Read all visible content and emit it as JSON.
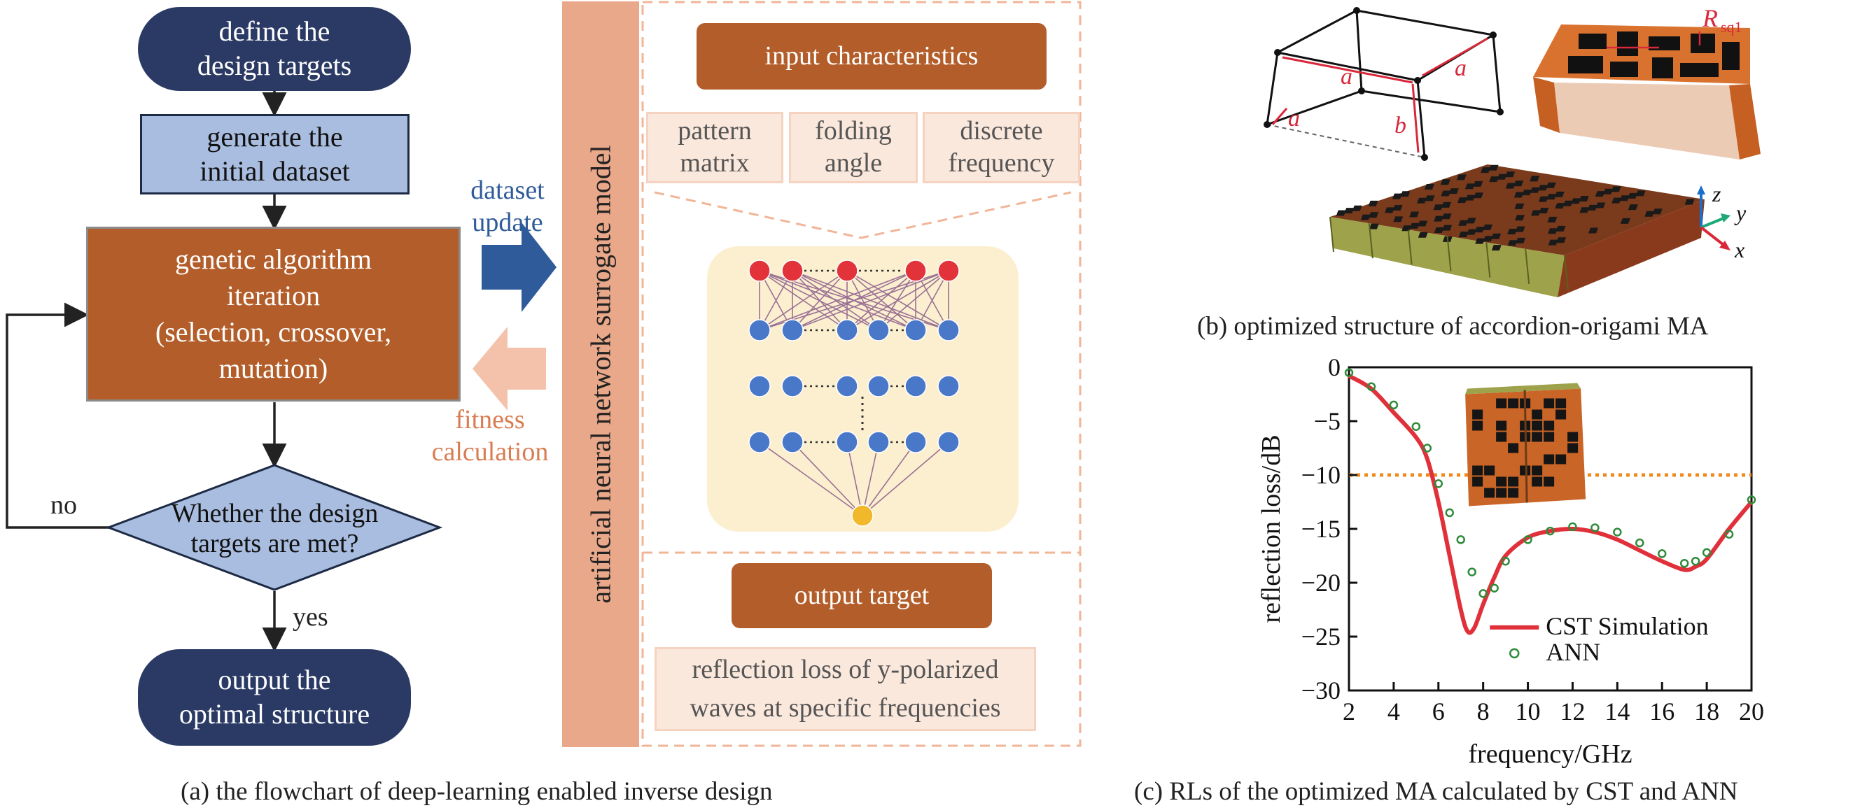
{
  "flowchart": {
    "start": "define the design targets",
    "start_lines": [
      "define the",
      "design targets"
    ],
    "generate_lines": [
      "generate the",
      "initial dataset"
    ],
    "ga_lines": [
      "genetic algorithm",
      "iteration",
      "(selection, crossover,",
      "mutation)"
    ],
    "decision_lines": [
      "Whether the design",
      "targets are met?"
    ],
    "no_label": "no",
    "yes_label": "yes",
    "end_lines": [
      "output the",
      "optimal structure"
    ],
    "dataset_update_lines": [
      "dataset",
      "update"
    ],
    "fitness_lines": [
      "fitness",
      "calculation"
    ],
    "ann_label": "artificial neural network surrogate model",
    "input_title": "input characteristics",
    "inputs": [
      {
        "lines": [
          "pattern",
          "matrix"
        ]
      },
      {
        "lines": [
          "folding",
          "angle"
        ]
      },
      {
        "lines": [
          "discrete",
          "frequency"
        ]
      }
    ],
    "output_title": "output target",
    "output_lines": [
      "reflection loss of y-polarized",
      "waves at specific frequencies"
    ],
    "caption": "(a) the flowchart of deep-learning enabled inverse design"
  },
  "structure": {
    "label_a": "a",
    "label_b": "b",
    "label_r": "R",
    "label_r_sub": "sq1",
    "axis_x": "x",
    "axis_y": "y",
    "axis_z": "z",
    "caption": "(b) optimized structure of accordion-origami MA"
  },
  "colors": {
    "navy": "#2b3a64",
    "light_blue": "#a9bde0",
    "rust": "#b35e2a",
    "salmon": "#eaa88a",
    "pale_salmon": "#fbe8dc",
    "cst_red": "#e0303a",
    "ann_green": "#2e8b3a",
    "threshold_orange": "#f08a1c"
  },
  "chart_data": {
    "type": "line",
    "xlabel": "frequency/GHz",
    "ylabel": "reflection loss/dB",
    "xlim": [
      2,
      20
    ],
    "ylim": [
      -30,
      0
    ],
    "xticks": [
      2,
      4,
      6,
      8,
      10,
      12,
      14,
      16,
      18,
      20
    ],
    "yticks": [
      0,
      -5,
      -10,
      -15,
      -20,
      -25,
      -30
    ],
    "threshold": -10,
    "series": [
      {
        "name": "CST Simulation",
        "color": "#e0303a",
        "x": [
          2,
          3,
          4,
          5,
          5.5,
          6,
          6.5,
          7,
          7.3,
          7.6,
          8,
          8.5,
          9,
          10,
          11,
          12,
          13,
          14,
          15,
          16,
          17,
          17.5,
          18,
          19,
          20
        ],
        "y": [
          -0.8,
          -2.0,
          -4.2,
          -6.5,
          -8.5,
          -12.5,
          -17.5,
          -22.5,
          -24.5,
          -24.2,
          -22.0,
          -19.5,
          -17.5,
          -15.8,
          -15.2,
          -15.0,
          -15.3,
          -16.0,
          -17.0,
          -18.0,
          -18.8,
          -18.5,
          -17.8,
          -15.0,
          -12.5
        ]
      },
      {
        "name": "ANN",
        "color": "#2e8b3a",
        "x": [
          2,
          3,
          4,
          5,
          5.5,
          6,
          6.5,
          7,
          7.5,
          8,
          8.5,
          9,
          10,
          11,
          12,
          13,
          14,
          15,
          16,
          17,
          17.5,
          18,
          19,
          20
        ],
        "y": [
          -0.5,
          -1.8,
          -3.5,
          -5.5,
          -7.5,
          -10.8,
          -13.5,
          -16.0,
          -19.0,
          -21.0,
          -20.5,
          -18.0,
          -16.0,
          -15.2,
          -14.8,
          -14.9,
          -15.3,
          -16.3,
          -17.3,
          -18.2,
          -18.0,
          -17.2,
          -15.5,
          -12.3
        ]
      }
    ],
    "caption": "(c) RLs of the optimized MA calculated by CST and ANN"
  }
}
